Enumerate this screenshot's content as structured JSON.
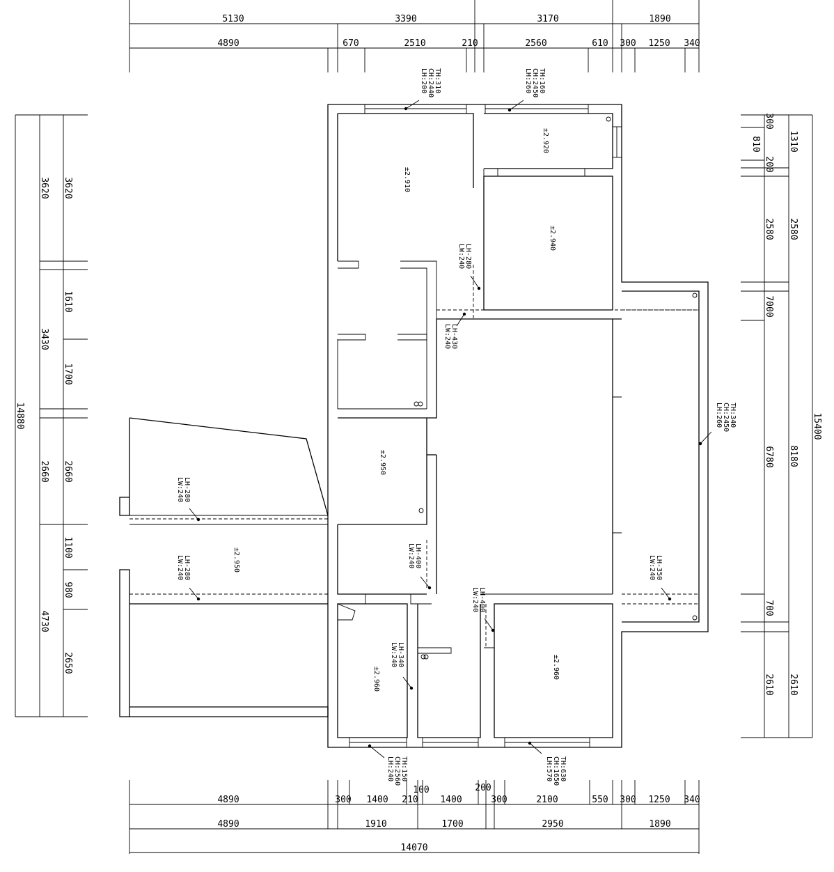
{
  "dims": {
    "top_outer": [
      "5130",
      "3390",
      "3170",
      "1890"
    ],
    "top_inner": [
      "4890",
      "670",
      "2510",
      "210",
      "2560",
      "610",
      "300",
      "1250",
      "340"
    ],
    "bottom_inner": [
      "4890",
      "300",
      "1400",
      "210",
      "100",
      "1400",
      "200",
      "300",
      "2100",
      "550",
      "300",
      "1250",
      "340"
    ],
    "bottom_mid": [
      "4890",
      "1910",
      "1700",
      "2950",
      "1890"
    ],
    "bottom_total": "14070",
    "left_outer": [
      "3620",
      "3430",
      "2660",
      "4730"
    ],
    "left_inner": [
      "3620",
      "1610",
      "1700",
      "2660",
      "1100",
      "980",
      "2650"
    ],
    "left_total": "14880",
    "right_inner": [
      "300",
      "810",
      "200",
      "2580",
      "7000",
      "6780",
      "700",
      "2610"
    ],
    "right_outer": [
      "1310",
      "2580",
      "8180",
      "2610"
    ],
    "right_total": "15400"
  },
  "levels": [
    "±2.910",
    "±2.920",
    "±2.940",
    "±2.950",
    "±2.950",
    "±2.960",
    "±2.960"
  ],
  "notes": {
    "top_window_a": [
      "TH:310",
      "CH:2440",
      "LH:200"
    ],
    "top_window_b": [
      "TH:160",
      "CH:2450",
      "LH:260"
    ],
    "right_window": [
      "TH:340",
      "CH:2450",
      "LH:260"
    ],
    "bottom_window_a": [
      "TH:150",
      "CH:2560",
      "LH:240"
    ],
    "bottom_window_b": [
      "TH:630",
      "CH:1650",
      "LH:570"
    ],
    "beam_a": [
      "LH-280",
      "LW:240"
    ],
    "beam_b": [
      "LH-430",
      "LW:240"
    ],
    "beam_c": [
      "LH-280",
      "LW:240"
    ],
    "beam_d": [
      "LH-280",
      "LW:240"
    ],
    "beam_e": [
      "LH-400",
      "LW:240"
    ],
    "beam_f": [
      "LH-400",
      "LW:240"
    ],
    "beam_g": [
      "LH-340",
      "LW:240"
    ],
    "beam_h": [
      "LH-350",
      "LW:240"
    ]
  }
}
